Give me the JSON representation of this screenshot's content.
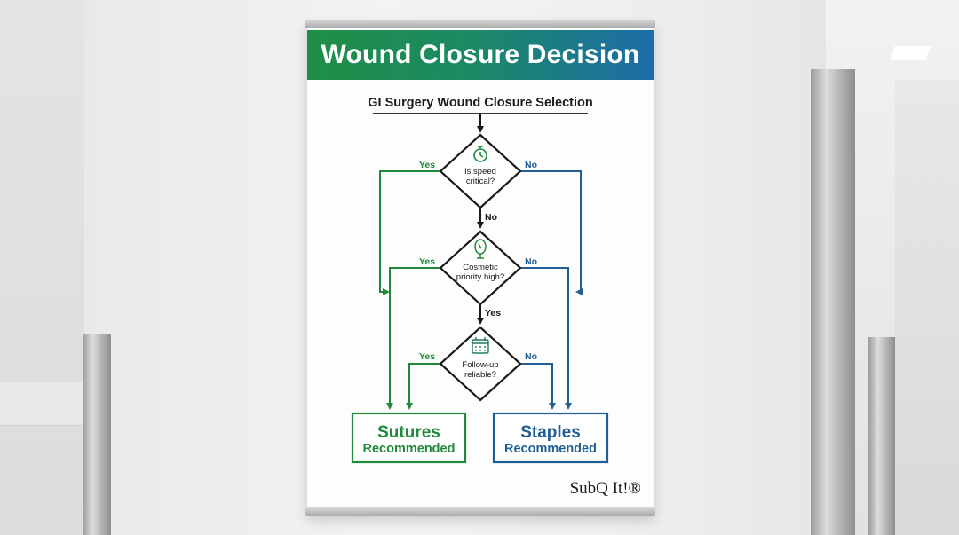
{
  "poster": {
    "title": "Wound Closure Decision",
    "subtitle": "GI Surgery Wound Closure Selection",
    "brand": "SubQ It!®"
  },
  "flowchart": {
    "decisions": [
      {
        "id": "q1",
        "icon": "stopwatch-icon",
        "lines": [
          "Is speed",
          "critical?"
        ],
        "left_label": "Yes",
        "right_label": "No",
        "down_label": "No"
      },
      {
        "id": "q2",
        "icon": "mirror-icon",
        "lines": [
          "Cosmetic",
          "priority high?"
        ],
        "left_label": "Yes",
        "right_label": "No",
        "down_label": "Yes"
      },
      {
        "id": "q3",
        "icon": "calendar-icon",
        "lines": [
          "Follow-up",
          "reliable?"
        ],
        "left_label": "Yes",
        "right_label": "No"
      }
    ],
    "outcomes": {
      "sutures": {
        "line1": "Sutures",
        "line2": "Recommended"
      },
      "staples": {
        "line1": "Staples",
        "line2": "Recommended"
      }
    }
  },
  "colors": {
    "green": "#1e8a3a",
    "blue": "#1f5f96",
    "line": "#1a1a1a"
  }
}
